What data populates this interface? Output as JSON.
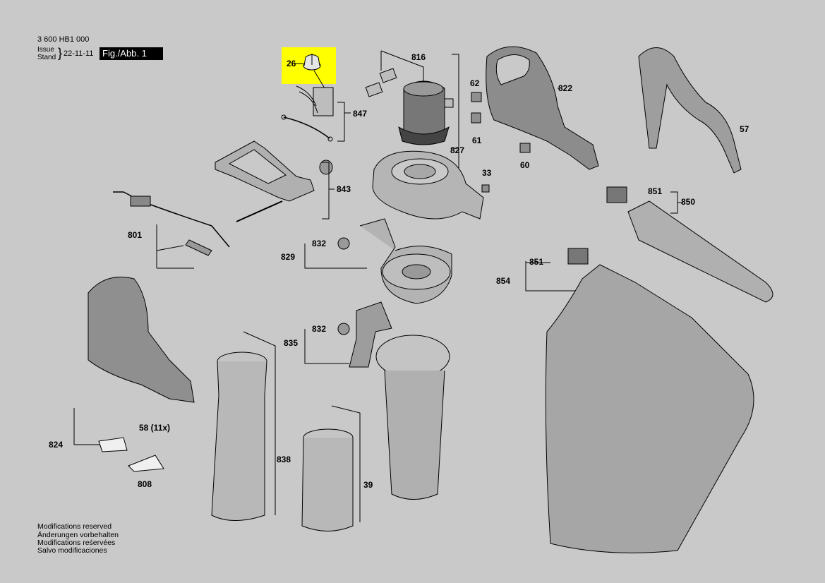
{
  "header": {
    "doc_number": "3 600 HB1 000",
    "issue_label": "Issue",
    "stand_label": "Stand",
    "brace": "}",
    "date": "22-11-11",
    "figure": "Fig./Abb. 1"
  },
  "highlight_color": "#ffff00",
  "part_labels": {
    "p26": "26",
    "p816": "816",
    "p847": "847",
    "p62": "62",
    "p822": "822",
    "p61": "61",
    "p827": "827",
    "p60": "60",
    "p33": "33",
    "p57": "57",
    "p843": "843",
    "p851a": "851",
    "p850": "850",
    "p801": "801",
    "p832a": "832",
    "p829": "829",
    "p851b": "851",
    "p854": "854",
    "p832b": "832",
    "p835": "835",
    "p58": "58 (11x)",
    "p824": "824",
    "p838": "838",
    "p39": "39",
    "p808": "808"
  },
  "footer": [
    "Modifications reserved",
    "Änderungen vorbehalten",
    "Modifications reśervées",
    "Salvo modificaciones"
  ]
}
